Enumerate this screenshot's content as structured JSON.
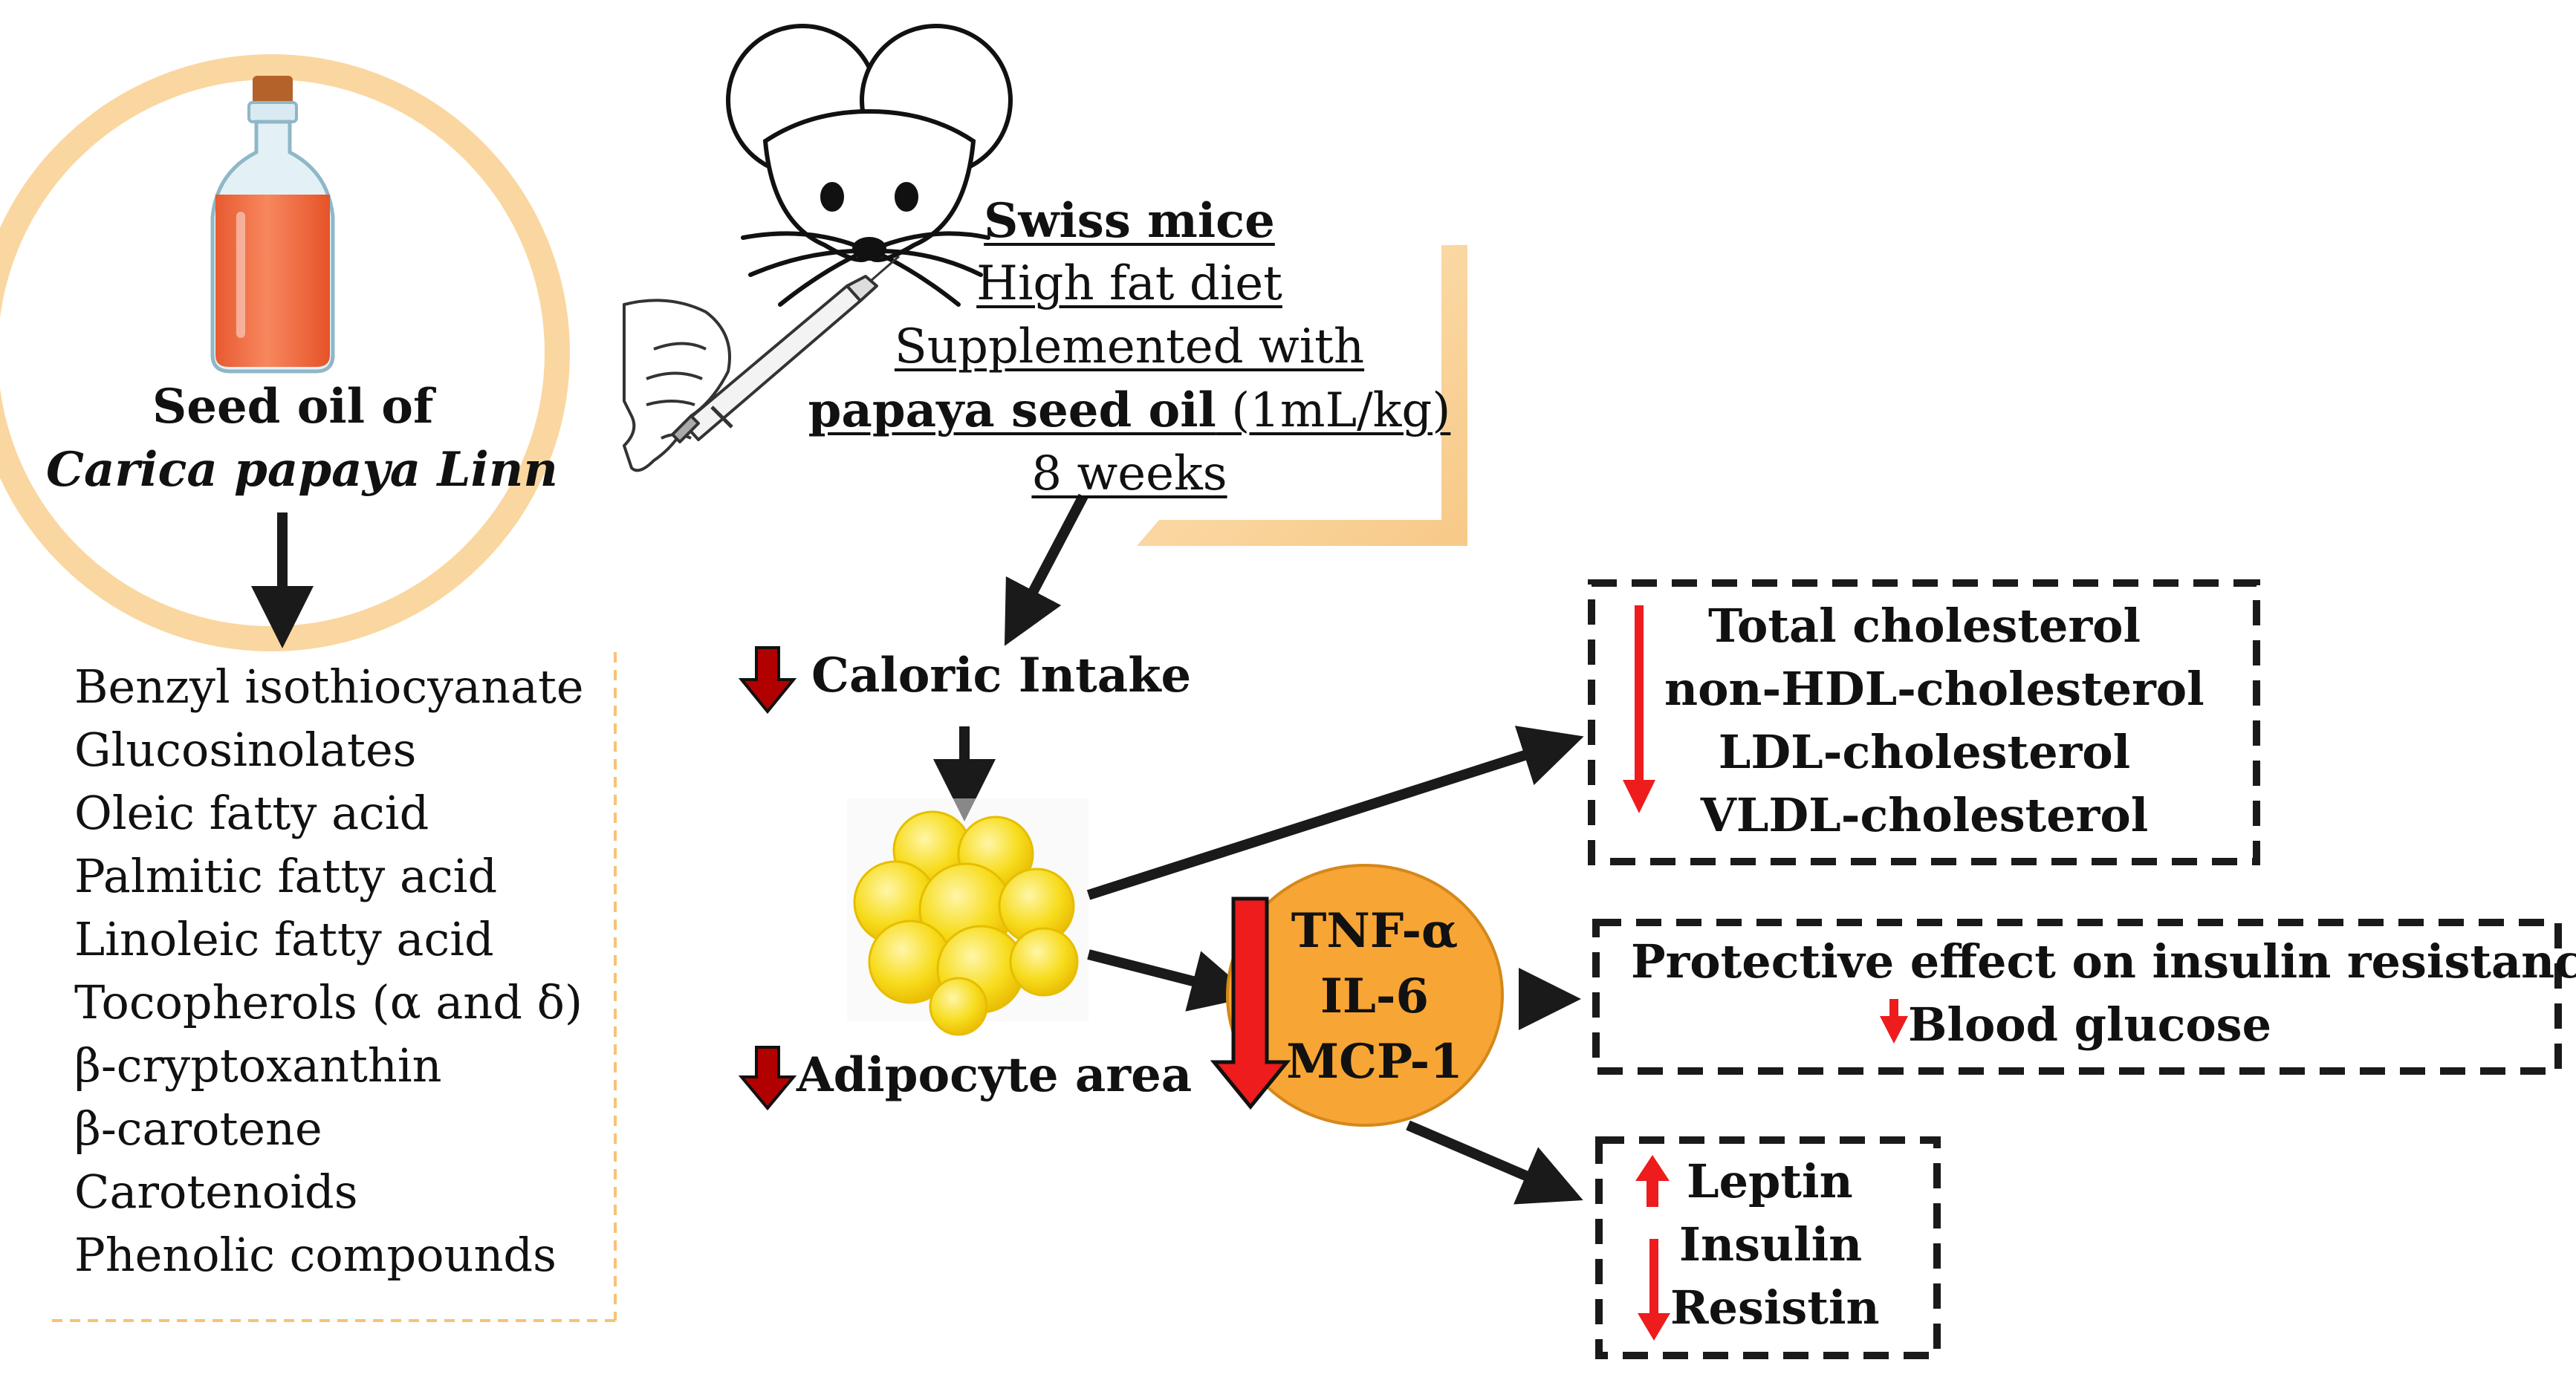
{
  "source": {
    "label_line1": "Seed oil of",
    "label_line2": "Carica papaya Linn"
  },
  "compounds": [
    "Benzyl isothiocyanate",
    "Glucosinolates",
    "Oleic fatty acid",
    "Palmitic fatty acid",
    "Linoleic fatty acid",
    "Tocopherols (α and δ)",
    "β-cryptoxanthin",
    "β-carotene",
    "Carotenoids",
    "Phenolic compounds"
  ],
  "study": {
    "line1": "Swiss mice",
    "line2": "High fat diet",
    "line3": "Supplemented with",
    "line4_bold": "papaya seed oil",
    "line4_rest": " (1mL/kg)",
    "line5": "8 weeks"
  },
  "effects": {
    "caloric_intake": "Caloric Intake",
    "adipocyte_area": "Adipocyte area"
  },
  "cytokines": [
    "TNF-α",
    "IL-6",
    "MCP-1"
  ],
  "lipids": [
    "Total cholesterol",
    "non-HDL-cholesterol",
    "LDL-cholesterol",
    "VLDL-cholesterol"
  ],
  "insulin_box": {
    "line1": "Protective effect on insulin resistance",
    "line2": "Blood glucose"
  },
  "hormones": [
    "Leptin",
    "Insulin",
    "Resistin"
  ],
  "colors": {
    "red_arrow": "#ee1c1c",
    "dark_red_arrow": "#b00000",
    "cytokine_fill": "#f7a535",
    "circle_ring": "#fad7a0",
    "oil_fill": "#f26a40",
    "adipocyte_fill": "#f5d60a",
    "black": "#1a1a1a"
  }
}
